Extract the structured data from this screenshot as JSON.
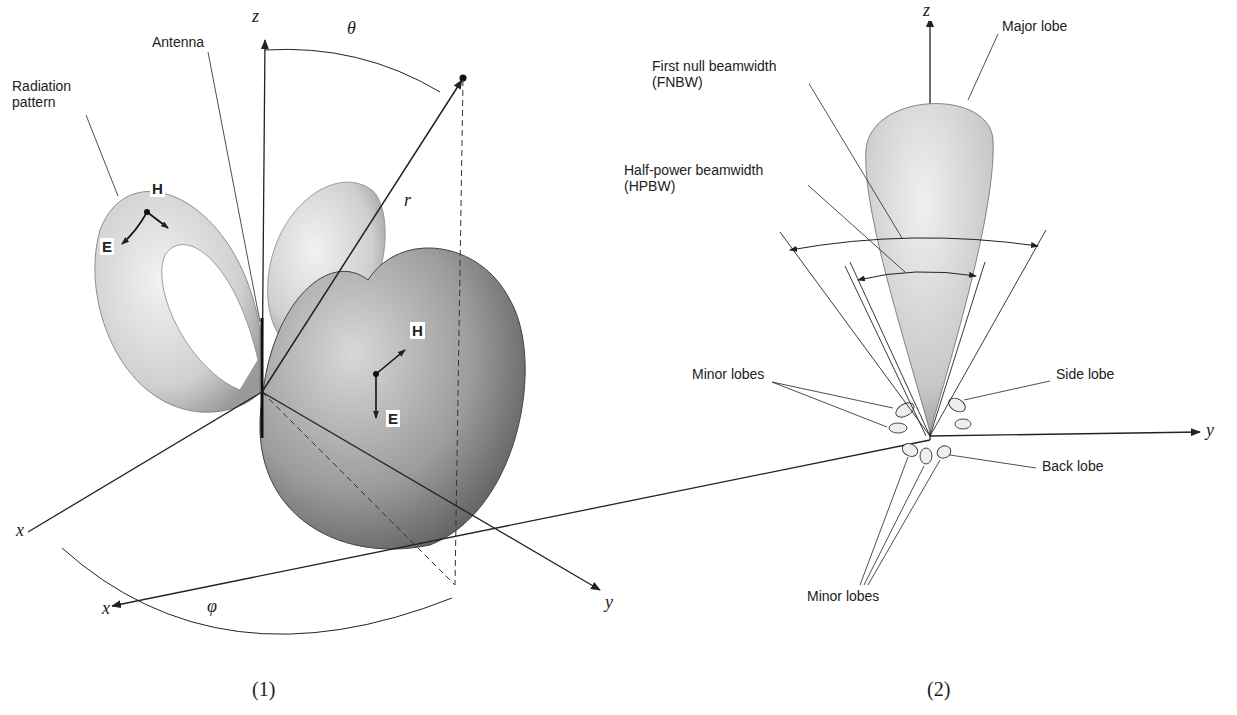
{
  "diagram": {
    "labels": [
      "z",
      "θ",
      "Antenna",
      "Radiation pattern",
      "r",
      "H",
      "E",
      "H",
      "E",
      "x",
      "φ",
      "y",
      "(1)",
      "z",
      "First null beamwidth (FNBW)",
      "Major lobe",
      "Half-power beamwidth (HPBW)",
      "Minor lobes",
      "Side lobe",
      "y",
      "Back lobe",
      "Minor lobes",
      "x",
      "(2)"
    ]
  }
}
